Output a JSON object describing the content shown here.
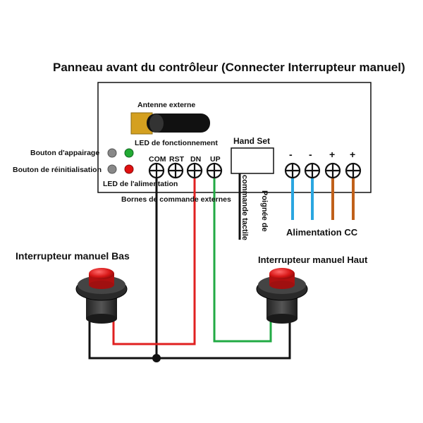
{
  "title": "Panneau avant du contrôleur (Connecter Interrupteur manuel)",
  "labels": {
    "antenna": "Antenne externe",
    "led_run": "LED de fonctionnement",
    "pair_button": "Bouton d'appairage",
    "reset_button": "Bouton de réinitialisation",
    "led_power": "LED de l'alimentation",
    "terminals": "Bornes de commande externes",
    "handset": "Hand Set",
    "handset_v1": "commande tactile",
    "handset_v2": "Poignée de",
    "power": "Alimentation CC",
    "switch_low": "Interrupteur manuel Bas",
    "switch_high": "Interrupteur manuel Haut"
  },
  "terminals": [
    "COM",
    "RST",
    "DN",
    "UP"
  ],
  "power_signs": [
    "-",
    "-",
    "+",
    "+"
  ],
  "colors": {
    "wire_black": "#111111",
    "wire_red": "#e02020",
    "wire_green": "#22aa44",
    "wire_blue": "#2aa6e0",
    "wire_brown": "#c0601a",
    "led_green": "#22aa33",
    "led_red": "#e01010",
    "led_grey": "#888888",
    "button_red": "#d81818",
    "antenna_gold": "#d4a020"
  }
}
